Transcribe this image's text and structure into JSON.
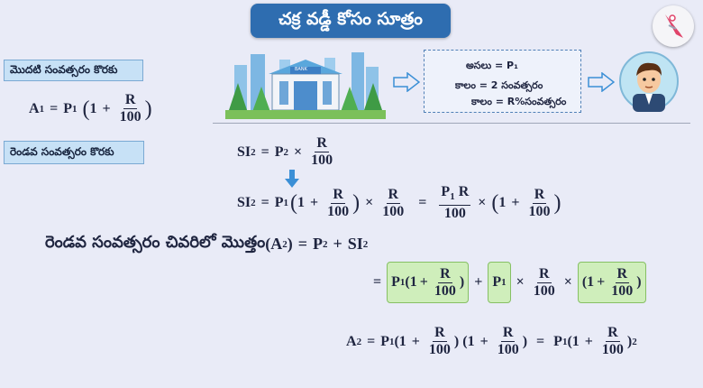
{
  "title": "చక్ర వడ్డీ కోసం సూత్రం",
  "labels": {
    "first_year": "మొదటి సంవత్సరం కొరకు",
    "second_year": "రెండవ సంవత్సరం కొరకు"
  },
  "info": {
    "principal": "అసలు = P₁",
    "time": "కాలం = 2 సంవత్సరం",
    "rate": "కాలం = R%సంవత్సరం"
  },
  "second_year_end_text": "రెండవ సంవత్సరం చివరిలో మొత్తం",
  "bank_sign": "BANK",
  "colors": {
    "title_bg": "#2e6db0",
    "label_bg": "#c7e1f6",
    "highlight": "#cfeebb",
    "arrow": "#3b8fd6"
  }
}
